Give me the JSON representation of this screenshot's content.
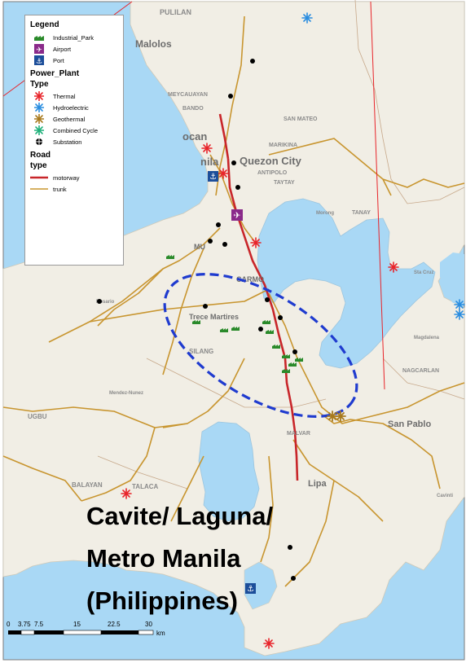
{
  "legend": {
    "title": "Legend",
    "items": [
      {
        "label": "Industrial_Park",
        "icon": "industrial-park-icon"
      },
      {
        "label": "Airport",
        "icon": "airport-icon"
      },
      {
        "label": "Port",
        "icon": "port-icon"
      }
    ],
    "power_plant_title": "Power_Plant",
    "type_title": "Type",
    "power_types": [
      {
        "label": "Thermal",
        "color": "#e8242a"
      },
      {
        "label": "Hydroelectric",
        "color": "#2a8de0"
      },
      {
        "label": "Geothermal",
        "color": "#a87a1e"
      },
      {
        "label": "Combined Cycle",
        "color": "#1fb07a"
      },
      {
        "label": "Substation",
        "color": "#000000"
      }
    ],
    "road_title": "Road",
    "road_type_title": "type",
    "roads": [
      {
        "label": "motorway",
        "color": "#c8262a"
      },
      {
        "label": "trunk",
        "color": "#c8952f"
      }
    ]
  },
  "places": {
    "pulilan": "PULILAN",
    "malolos": "Malolos",
    "meycauayan": "MEYCAUAYAN",
    "bando": "BANDO",
    "san_mateo": "SAN MATEO",
    "marikina": "MARIKINA",
    "caloocan": "ocan",
    "manila": "nila",
    "quezon_city": "Quezon City",
    "antipolo": "ANTIPOLO",
    "taytay": "TAYTAY",
    "tanay": "TANAY",
    "morong": "Morong",
    "muntinlupa": "MU",
    "carmona": "CARMO",
    "trece_martires": "Trece Martires",
    "silang": "SILANG",
    "rosario": "Rosario",
    "mendez": "Mendez-Nunez",
    "nagcarlan": "NAGCARLAN",
    "san_pablo": "San Pablo",
    "ugbu": "UGBU",
    "balayan": "BALAYAN",
    "talaca": "TALACA",
    "lipa": "Lipa",
    "malvar": "MALVAR",
    "magdalena": "Magdalena",
    "cavinti": "Cavinti",
    "sta_cruz": "Sta Cruz"
  },
  "title": {
    "line1": "Cavite/ Laguna/",
    "line2": "Metro Manila",
    "line3": "(Philippines)"
  },
  "scale": {
    "ticks": [
      "0",
      "3.75",
      "7.5",
      "15",
      "22.5",
      "30"
    ],
    "unit": "km"
  },
  "colors": {
    "water": "#a9d8f5",
    "land": "#f1eee5",
    "motorway": "#c8262a",
    "trunk": "#c8952f",
    "ellipse": "#1f3bcf",
    "callout": "#e8242a"
  }
}
